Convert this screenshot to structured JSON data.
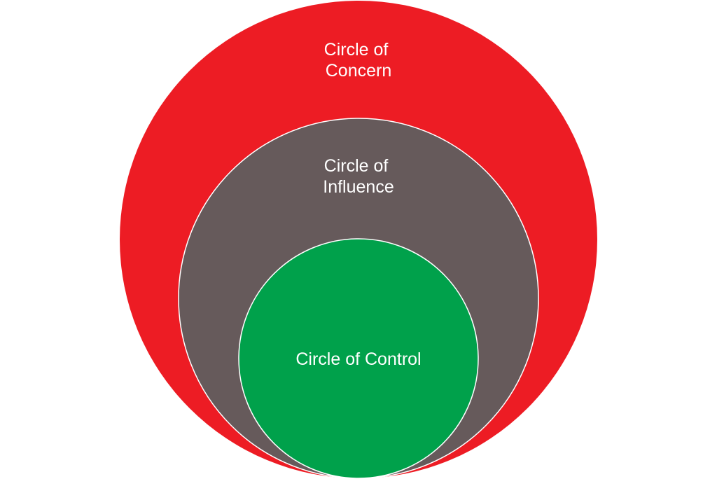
{
  "circles": {
    "concern": {
      "label_lines": [
        "Circle of",
        "Concern"
      ],
      "color": "#ED1C24"
    },
    "influence": {
      "label_lines": [
        "Circle of",
        "Influence"
      ],
      "color": "#665A5B"
    },
    "control": {
      "label_lines": [
        "Circle of Control"
      ],
      "color": "#00A14B"
    }
  },
  "outline_color": "#FFFFFF",
  "text_color": "#FFFFFF"
}
